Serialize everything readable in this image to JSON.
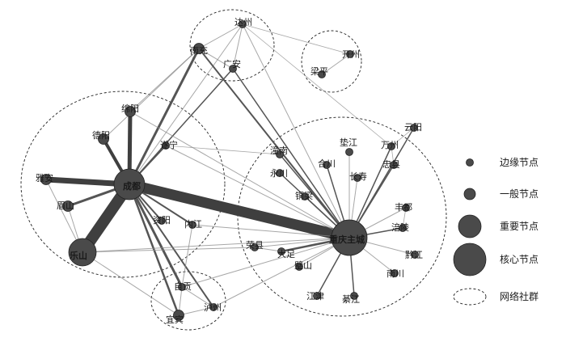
{
  "nodes": [
    {
      "id": "chengdu",
      "label": "成都",
      "level": "core"
    },
    {
      "id": "chongqing",
      "label": "重庆主城",
      "level": "core"
    },
    {
      "id": "leshan",
      "label": "乐山",
      "level": "core"
    },
    {
      "id": "mianyang",
      "label": "绵阳",
      "level": "general"
    },
    {
      "id": "deyang",
      "label": "德阳",
      "level": "general"
    },
    {
      "id": "yaan",
      "label": "雅安",
      "level": "general"
    },
    {
      "id": "meishan",
      "label": "眉山",
      "level": "general"
    },
    {
      "id": "suining",
      "label": "遂宁",
      "level": "edge"
    },
    {
      "id": "ziyang",
      "label": "资阳",
      "level": "edge"
    },
    {
      "id": "neijiang",
      "label": "内江",
      "level": "edge"
    },
    {
      "id": "rongxian",
      "label": "荣县",
      "level": "edge"
    },
    {
      "id": "dazu",
      "label": "大足",
      "level": "edge"
    },
    {
      "id": "zigong",
      "label": "自贡",
      "level": "edge"
    },
    {
      "id": "yibin",
      "label": "宜宾",
      "level": "general"
    },
    {
      "id": "luzhou",
      "label": "泸州",
      "level": "edge"
    },
    {
      "id": "dazhou",
      "label": "达州",
      "level": "edge"
    },
    {
      "id": "nanchong",
      "label": "南充",
      "level": "general"
    },
    {
      "id": "guangan",
      "label": "广安",
      "level": "edge"
    },
    {
      "id": "kaizhou",
      "label": "开州",
      "level": "edge"
    },
    {
      "id": "liangping",
      "label": "梁平",
      "level": "edge"
    },
    {
      "id": "yunyang",
      "label": "云阳",
      "level": "edge"
    },
    {
      "id": "dianjiang",
      "label": "垫江",
      "level": "edge"
    },
    {
      "id": "wanzhou",
      "label": "万州",
      "level": "edge"
    },
    {
      "id": "tongnan",
      "label": "潼南",
      "level": "edge"
    },
    {
      "id": "hechuan",
      "label": "合川",
      "level": "edge"
    },
    {
      "id": "zhongxian",
      "label": "忠县",
      "level": "edge"
    },
    {
      "id": "yongchuan",
      "label": "永川",
      "level": "edge"
    },
    {
      "id": "changshou",
      "label": "长寿",
      "level": "edge"
    },
    {
      "id": "tongliang",
      "label": "铜梁",
      "level": "edge"
    },
    {
      "id": "fengdu",
      "label": "丰都",
      "level": "edge"
    },
    {
      "id": "fuling",
      "label": "涪陵",
      "level": "edge"
    },
    {
      "id": "qianjiang",
      "label": "黔江",
      "level": "edge"
    },
    {
      "id": "nanchuan",
      "label": "南川",
      "level": "edge"
    },
    {
      "id": "bishan",
      "label": "璧山",
      "level": "edge"
    },
    {
      "id": "jiangjin",
      "label": "江津",
      "level": "edge"
    },
    {
      "id": "qijiang",
      "label": "綦江",
      "level": "edge"
    }
  ],
  "edges": [
    [
      "chengdu",
      "leshan",
      14
    ],
    [
      "chengdu",
      "chongqing",
      13
    ],
    [
      "chengdu",
      "yaan",
      7
    ],
    [
      "chengdu",
      "mianyang",
      5
    ],
    [
      "chengdu",
      "deyang",
      4
    ],
    [
      "chengdu",
      "meishan",
      3
    ],
    [
      "chengdu",
      "nanchong",
      3
    ],
    [
      "chengdu",
      "zigong",
      3
    ],
    [
      "chengdu",
      "yibin",
      2.5
    ],
    [
      "chengdu",
      "luzhou",
      2
    ],
    [
      "chengdu",
      "suining",
      2
    ],
    [
      "chengdu",
      "ziyang",
      2
    ],
    [
      "chengdu",
      "neijiang",
      2
    ],
    [
      "chengdu",
      "guangan",
      1.5
    ],
    [
      "chengdu",
      "dazhou",
      1
    ],
    [
      "leshan",
      "chongqing",
      1
    ],
    [
      "leshan",
      "rongxian",
      1
    ],
    [
      "leshan",
      "yibin",
      1
    ],
    [
      "leshan",
      "meishan",
      1
    ],
    [
      "leshan",
      "yaan",
      1
    ],
    [
      "mianyang",
      "nanchong",
      1
    ],
    [
      "mianyang",
      "chongqing",
      1
    ],
    [
      "nanchong",
      "chongqing",
      2
    ],
    [
      "nanchong",
      "dazhou",
      1
    ],
    [
      "nanchong",
      "guangan",
      1
    ],
    [
      "nanchong",
      "deyang",
      1
    ],
    [
      "guangan",
      "chongqing",
      1.5
    ],
    [
      "guangan",
      "dazhou",
      1
    ],
    [
      "dazhou",
      "chongqing",
      1
    ],
    [
      "dazhou",
      "wanzhou",
      0.8
    ],
    [
      "dazhou",
      "kaizhou",
      0.8
    ],
    [
      "chongqing",
      "yunyang",
      1.5
    ],
    [
      "chongqing",
      "dianjiang",
      1
    ],
    [
      "chongqing",
      "wanzhou",
      1.5
    ],
    [
      "chongqing",
      "tongnan",
      1.5
    ],
    [
      "chongqing",
      "hechuan",
      1.5
    ],
    [
      "chongqing",
      "zhongxian",
      1.5
    ],
    [
      "chongqing",
      "yongchuan",
      1.5
    ],
    [
      "chongqing",
      "changshou",
      1
    ],
    [
      "chongqing",
      "tongliang",
      1.5
    ],
    [
      "chongqing",
      "fengdu",
      1
    ],
    [
      "chongqing",
      "fuling",
      1.5
    ],
    [
      "chongqing",
      "qianjiang",
      1
    ],
    [
      "chongqing",
      "nanchuan",
      1
    ],
    [
      "chongqing",
      "bishan",
      1
    ],
    [
      "chongqing",
      "jiangjin",
      1.5
    ],
    [
      "chongqing",
      "qijiang",
      1.5
    ],
    [
      "chongqing",
      "dazu",
      2.5
    ],
    [
      "chongqing",
      "rongxian",
      1
    ],
    [
      "chongqing",
      "zigong",
      1
    ],
    [
      "chongqing",
      "neijiang",
      1
    ],
    [
      "chongqing",
      "luzhou",
      1
    ],
    [
      "chongqing",
      "suining",
      1
    ],
    [
      "dazu",
      "rongxian",
      1
    ],
    [
      "zigong",
      "luzhou",
      1
    ],
    [
      "zigong",
      "yibin",
      1
    ],
    [
      "yibin",
      "luzhou",
      1
    ],
    [
      "neijiang",
      "zigong",
      1
    ],
    [
      "suining",
      "tongnan",
      0.8
    ],
    [
      "kaizhou",
      "liangping",
      1
    ],
    [
      "wanzhou",
      "yunyang",
      0.8
    ],
    [
      "wanzhou",
      "zhongxian",
      0.8
    ],
    [
      "fuling",
      "fengdu",
      0.8
    ]
  ],
  "communities": [
    {
      "id": "north"
    },
    {
      "id": "northeast"
    },
    {
      "id": "west"
    },
    {
      "id": "east"
    },
    {
      "id": "south"
    }
  ],
  "legend": [
    {
      "label": "边缘节点",
      "symbol": "edge"
    },
    {
      "label": "一般节点",
      "symbol": "general"
    },
    {
      "label": "重要节点",
      "symbol": "important"
    },
    {
      "label": "核心节点",
      "symbol": "core"
    },
    {
      "label": "网络社群",
      "symbol": "community"
    }
  ],
  "colors": {
    "node": "#4a4a4a",
    "edge": "#444444",
    "community": "#222222",
    "text": "#1a1a1a"
  }
}
